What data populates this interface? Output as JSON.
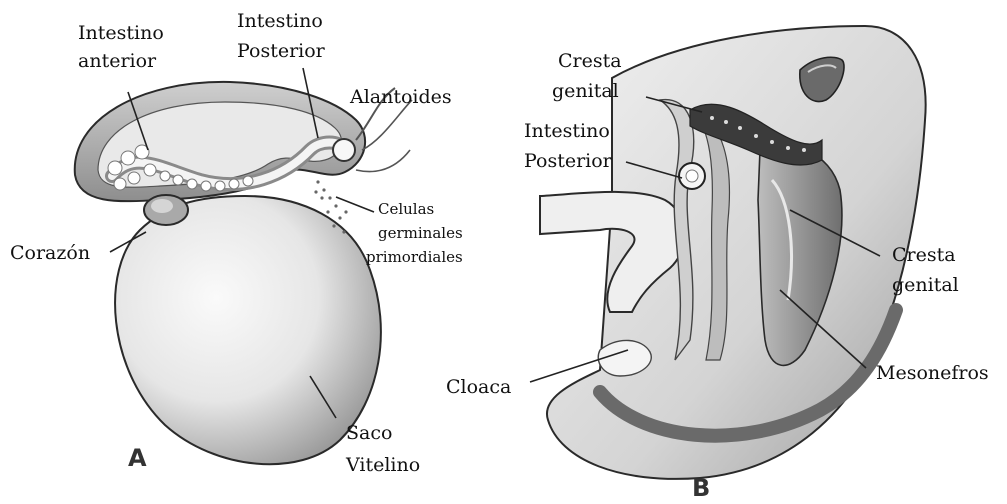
{
  "panel_a": {
    "letter": "A",
    "labels": {
      "intestino_anterior": [
        "Intestino",
        "anterior"
      ],
      "intestino_posterior": [
        "Intestino",
        "Posterior"
      ],
      "alantoides": "Alantoides",
      "celulas": [
        "Celulas",
        "germinales",
        "primordiales"
      ],
      "corazon": "Corazón",
      "saco_vitelino": [
        "Saco",
        "Vitelino"
      ]
    }
  },
  "panel_b": {
    "letter": "B",
    "labels": {
      "cresta_genital_top": [
        "Cresta",
        "genital"
      ],
      "intestino_posterior": [
        "Intestino",
        "Posterior"
      ],
      "cresta_genital_right": [
        "Cresta",
        "genital"
      ],
      "mesonefros": "Mesonefros",
      "cloaca": "Cloaca"
    }
  },
  "colors": {
    "outline": "#2a2a2a",
    "tissue_light": "#e4e4e4",
    "tissue_mid": "#b9b9b9",
    "tissue_dark": "#555555"
  }
}
